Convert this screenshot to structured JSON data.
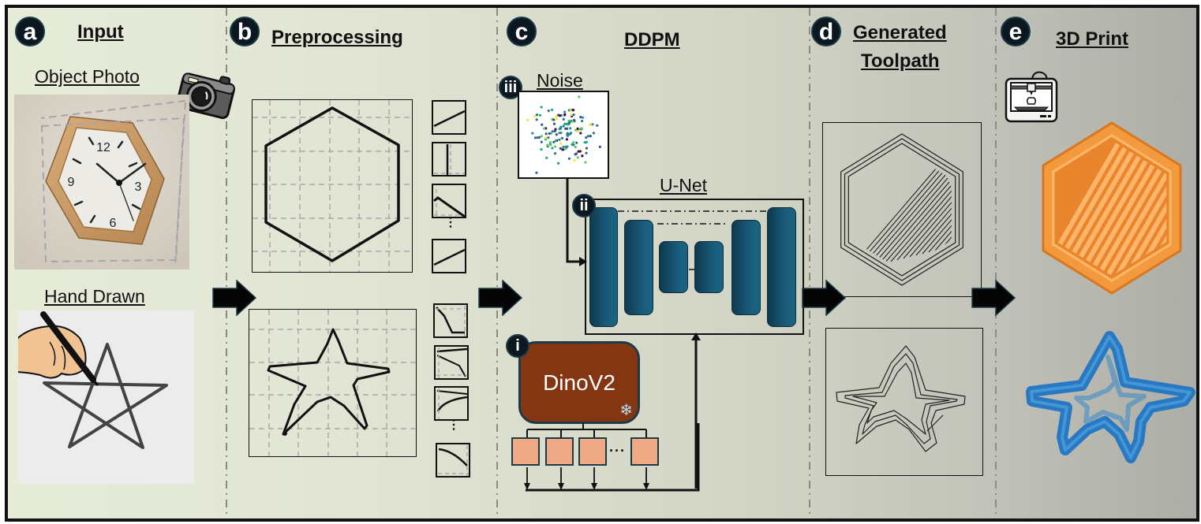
{
  "figure": {
    "panels": [
      {
        "id": "a",
        "badge": "a",
        "title": "Input"
      },
      {
        "id": "b",
        "badge": "b",
        "title": "Preprocessing"
      },
      {
        "id": "c",
        "badge": "c",
        "title": "DDPM"
      },
      {
        "id": "d",
        "badge": "d",
        "title_line1": "Generated",
        "title_line2": "Toolpath"
      },
      {
        "id": "e",
        "badge": "e",
        "title": "3D Print"
      }
    ]
  },
  "input": {
    "object_photo_label": "Object Photo",
    "hand_drawn_label": "Hand Drawn",
    "clock_numbers": [
      "12",
      "3",
      "6",
      "9"
    ],
    "camera_icon": "camera-icon",
    "hand_icon": "hand-with-pen-icon"
  },
  "preprocessing": {
    "shapes": [
      "hexagon",
      "star"
    ],
    "patch_ellipsis": "⋮"
  },
  "ddpm": {
    "noise": {
      "badge": "iii",
      "label": "Noise"
    },
    "unet": {
      "badge": "ii",
      "label": "U-Net"
    },
    "encoder": {
      "badge": "i",
      "label": "DinoV2",
      "frozen_icon": "❄"
    },
    "token_ellipsis": "···"
  },
  "toolpath": {
    "shapes": [
      "hexagon-toolpath",
      "star-toolpath"
    ]
  },
  "print": {
    "printer_icon": "3d-printer-icon",
    "colors": {
      "hexagon": "#f39a3f",
      "star": "#2f86c9"
    }
  },
  "colors": {
    "badge": "#0b1820",
    "unet_block": "#1a5e7d",
    "dino": "#843612",
    "token": "#f0a985",
    "arrow": "#050505"
  }
}
